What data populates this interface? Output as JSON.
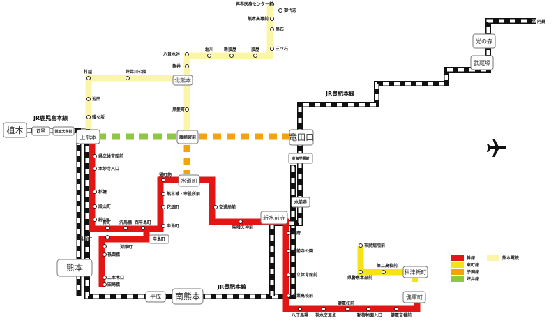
{
  "line_labels": {
    "kagoshima": "JR鹿児島本線",
    "hohi_top": "JR豊肥本線",
    "hohi_bottom": "JR豊肥本線",
    "destination": "至 阿蘇"
  },
  "hubs": {
    "ueki": "植木",
    "kamikumamoto": "上熊本",
    "kitakumamoto": "北熊本",
    "fujisakigu": "藤崎宮前",
    "suidocho": "水道町",
    "shinsuizenji": "新水前寺",
    "kumamoto": "熊本",
    "minamikumamoto": "南熊本",
    "tatsudaguchi": "竜田口",
    "hikarinomori": "光の森",
    "musashigaoka": "武蔵塚",
    "kengunmachi": "健軍町",
    "akitsu": "秋津新町",
    "karashima": "辛島町",
    "heisei": "平成",
    "nishizato": "西里",
    "sogodaigaku": "崇城大学前",
    "tokaigakuen": "東海学園前",
    "suizenji": "水前寺"
  },
  "stations": {
    "kami_1": "県立体育館前",
    "kami_2": "本妙寺入口",
    "kami_3": "杉塘",
    "kami_4": "段山町",
    "kami_5": "蔚山町",
    "kami_6": "新町",
    "kami_7": "洗馬橋",
    "kami_8": "西辛島町",
    "hub_1": "通町筋",
    "hub_2": "熊本城・市役所前",
    "hub_3": "花畑町",
    "hub_4": "辛島町",
    "hub_5": "交通局前",
    "hub_6": "味噌天神前",
    "sta_1": "呉服町",
    "sta_2": "河原町",
    "sta_3": "祇園橋",
    "sta_4": "二本木口",
    "sta_5": "田崎橋",
    "east_1": "国府",
    "east_2": "水前寺公園",
    "east_3": "市立体育館前",
    "east_4": "商業高校前",
    "east_5": "八丁馬場",
    "east_6": "神水交差点",
    "east_7": "健軍校前",
    "east_8": "動植物園入口",
    "east_9": "健軍交番前",
    "kikuyo_1": "市民病院前",
    "kikuyo_2": "第二高校前",
    "kikuyo_3": "県警察本部前",
    "kit_1": "黒髪町",
    "kit_2": "亀井",
    "kit_3": "八景水谷",
    "kit_4": "堀川",
    "kit_5": "新須屋",
    "kit_6": "須屋",
    "kit_7": "三ツ石",
    "kit_8": "黒石",
    "kit_9": "熊本高専前",
    "kit_10": "再春医療センター前",
    "kit_11": "御代志",
    "sub_1": "打越",
    "sub_2": "坪井川公園",
    "sub_3": "池田",
    "sub_4": "韓々坂"
  },
  "legend": [
    {
      "label": "幹線",
      "color": "#e31616"
    },
    {
      "label": "東町線",
      "color": "#f3e318"
    },
    {
      "label": "子飼線",
      "color": "#f4a30d"
    },
    {
      "label": "坪井線",
      "color": "#8fc73e"
    },
    {
      "label": "熊本電鉄",
      "color": "#fbf5a8"
    }
  ],
  "colors": {
    "tram_main": "#e31616",
    "kumamoto_dentetsu": "#fbf5a8",
    "higashimachi": "#f3e318",
    "koga": "#f4a30d",
    "tsuboi": "#8fc73e"
  },
  "icons": {
    "airport": "airplane-icon"
  }
}
